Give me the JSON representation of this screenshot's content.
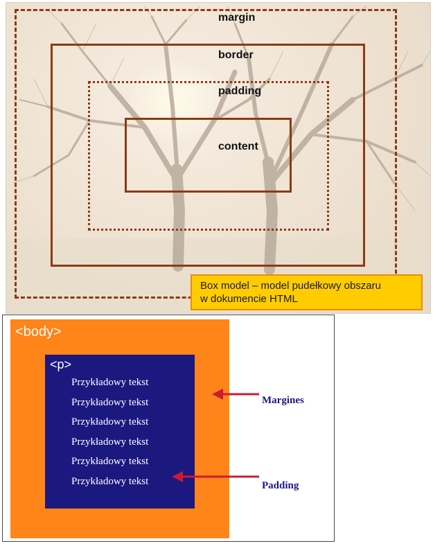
{
  "box_model": {
    "labels": {
      "margin": "margin",
      "border": "border",
      "padding": "padding",
      "content": "content"
    },
    "caption_line1": "Box model – model pudełkowy obszaru",
    "caption_line2": "w dokumencie HTML",
    "colors": {
      "outline": "#8c3a12",
      "caption_bg": "#ffcc00",
      "caption_border": "#f08a00"
    }
  },
  "html_demo": {
    "body_label": "<body>",
    "p_label": "<p>",
    "sample_lines": [
      "Przykładowy tekst",
      "Przykładowy tekst",
      "Przykładowy tekst",
      "Przykładowy tekst",
      "Przykładowy tekst",
      "Przykładowy tekst"
    ],
    "margin_annotation": "Margines",
    "padding_annotation": "Padding",
    "colors": {
      "body_bg": "#ff8419",
      "p_bg": "#1b1880",
      "arrow": "#cc1a33",
      "annotation_text": "#1b1880"
    }
  }
}
